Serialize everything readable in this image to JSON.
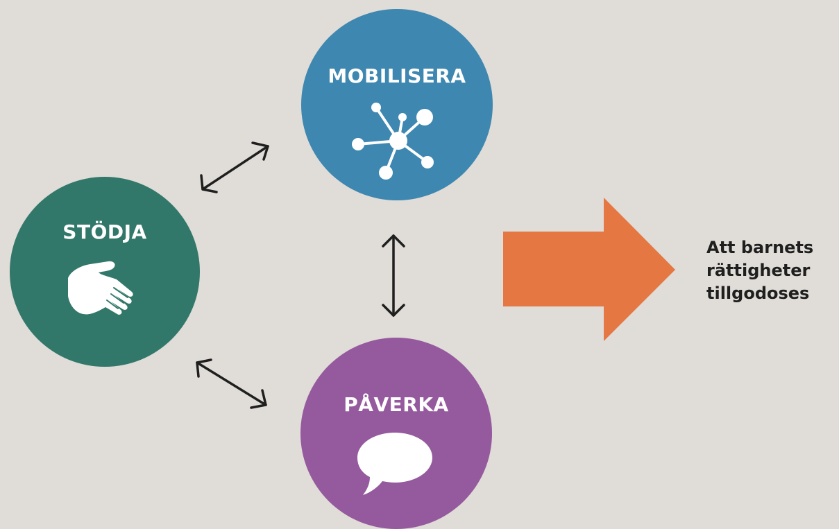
{
  "nodes": {
    "mobilisera": {
      "label": "MOBILISERA",
      "icon": "network-icon",
      "color": "#3d87b0"
    },
    "stodja": {
      "label": "STÖDJA",
      "icon": "hand-icon",
      "color": "#32786a"
    },
    "paverka": {
      "label": "PÅVERKA",
      "icon": "speech-bubble-icon",
      "color": "#95599e"
    }
  },
  "connections": [
    {
      "from": "stodja",
      "to": "mobilisera",
      "type": "bidirectional"
    },
    {
      "from": "mobilisera",
      "to": "paverka",
      "type": "bidirectional"
    },
    {
      "from": "stodja",
      "to": "paverka",
      "type": "bidirectional"
    }
  ],
  "outcome": {
    "arrow_color": "#e57742",
    "lines": [
      "Att barnets",
      "rättigheter",
      "tillgodoses"
    ]
  }
}
